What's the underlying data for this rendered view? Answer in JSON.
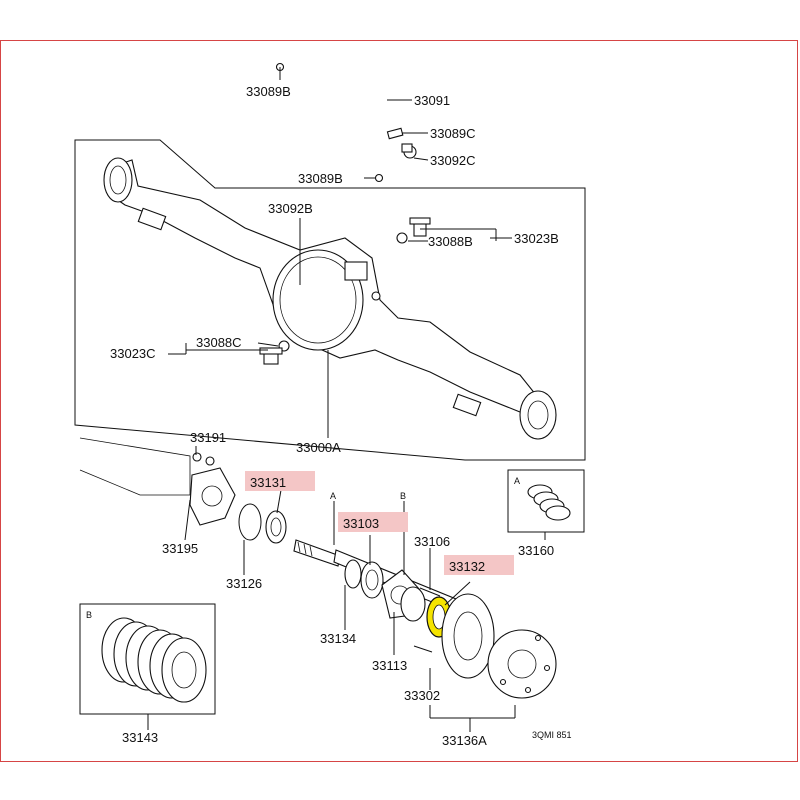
{
  "diagram": {
    "labels": {
      "p33089b_top": "33089B",
      "p33091": "33091",
      "p33089c": "33089C",
      "p33092c": "33092C",
      "p33089b_mid": "33089B",
      "p33092b": "33092B",
      "p33088b": "33088B",
      "p33023b": "33023B",
      "p33023c": "33023C",
      "p33088c": "33088C",
      "p33000a": "33000A",
      "p33191": "33191",
      "p33131": "33131",
      "p33195": "33195",
      "p33126": "33126",
      "p33103": "33103",
      "p33106": "33106",
      "p33132": "33132",
      "p33160": "33160",
      "p33134": "33134",
      "p33113": "33113",
      "p33302": "33302",
      "p33143": "33143",
      "p33136a": "33136A",
      "ref_a1": "A",
      "ref_b1": "B",
      "ref_a_box": "A",
      "ref_b_box": "B",
      "drawing_code": "3QMI 851"
    },
    "colors": {
      "frame": "#d64545",
      "highlight_label": "#f4c6c6",
      "highlight_part": "#f5e400",
      "ink": "#111111"
    }
  }
}
